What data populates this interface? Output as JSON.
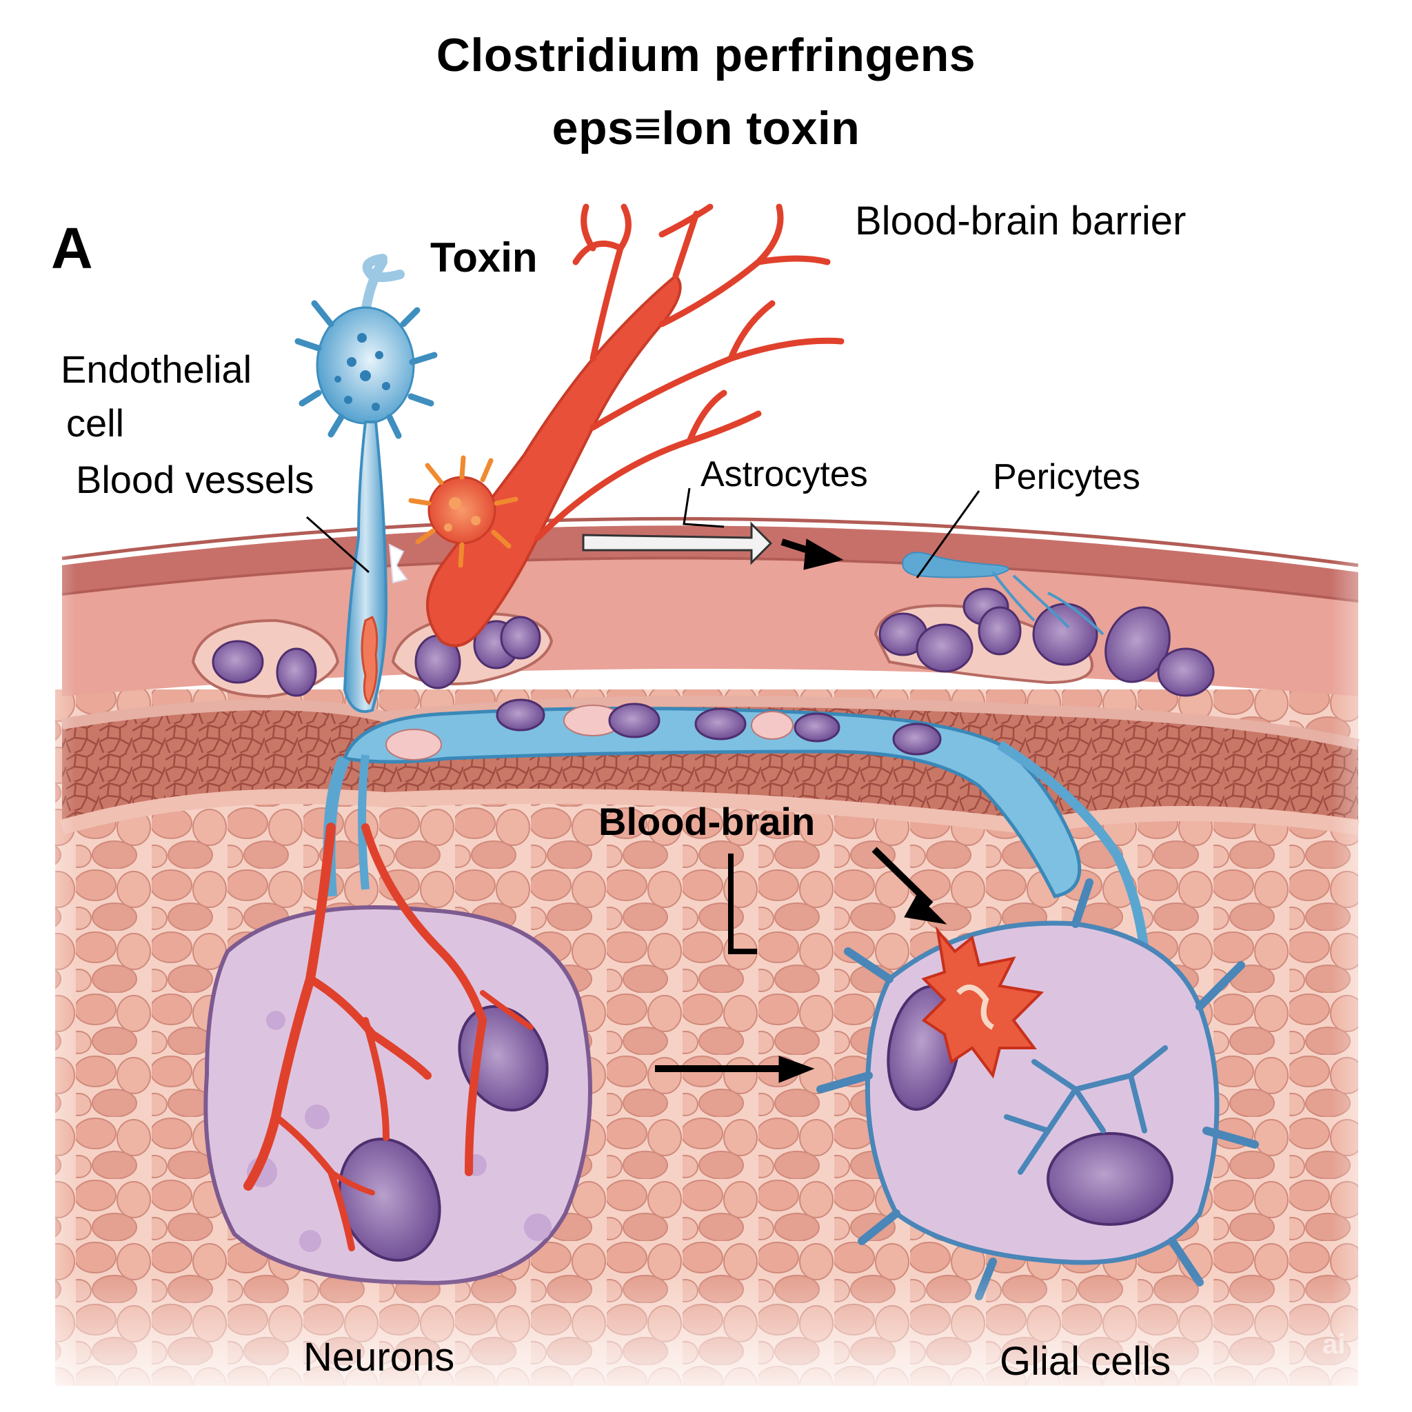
{
  "figure": {
    "title_line1": "Clostridium perfringens",
    "title_line2": "eps≡lon toxin",
    "panel_letter": "A",
    "watermark": "ai"
  },
  "labels": {
    "toxin": "Toxin",
    "blood_brain_barrier_top": "Blood-brain barrier",
    "endothelial_line1": "Endothelial",
    "endothelial_line2": "cell",
    "blood_vessels": "Blood vessels",
    "astrocytes": "Astrocytes",
    "pericytes": "Pericytes",
    "blood_brain_mid": "Blood-brain",
    "neurons": "Neurons",
    "glial_cells": "Glial cells"
  },
  "colors": {
    "vessel_wall": "#c9706a",
    "vessel_wall_light": "#e6a69b",
    "tissue_background": "#f1c2b4",
    "tissue_cell": "#e8a898",
    "endothelial_blue": "#5aa6d0",
    "toxin_red": "#e0412c",
    "toxin_orange": "#f08a30",
    "nucleus_purple": "#7a4e9a",
    "cell_body_lilac": "#dcc4e0",
    "astrocyte_blue": "#4a86b8"
  }
}
